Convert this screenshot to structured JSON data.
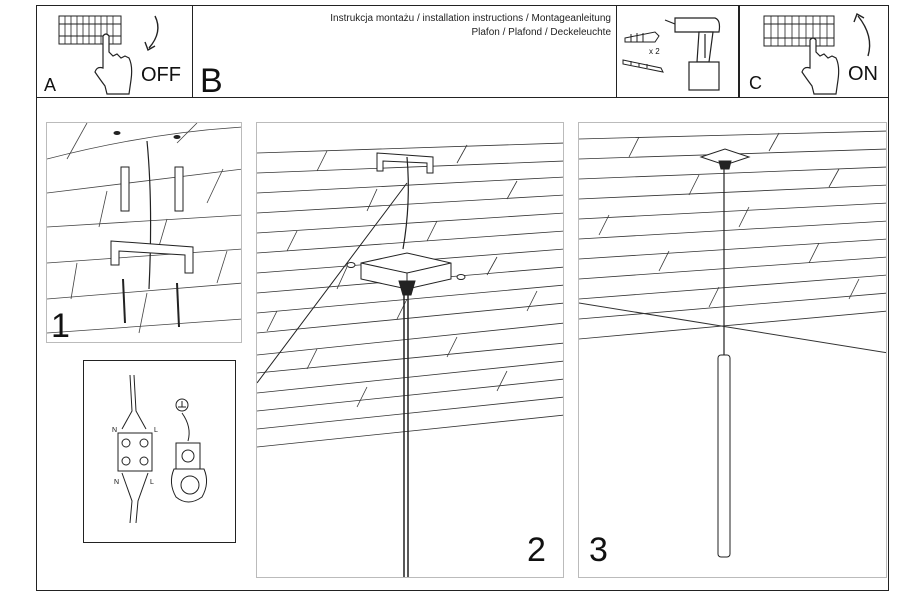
{
  "header": {
    "title_line1": "Instrukcja montażu / installation instructions / Montageanleitung",
    "title_line2": "Plafon / Plafond / Deckeleuchte"
  },
  "steps": {
    "a_label": "A",
    "a_action": "OFF",
    "b_label": "B",
    "c_label": "C",
    "c_action": "ON",
    "tools_count": "x 2",
    "step1": "1",
    "step2": "2",
    "step3": "3"
  },
  "wiring": {
    "neutral": "N",
    "live": "L"
  },
  "icons": [
    "fuse-box-icon",
    "hand-icon",
    "rotate-arrow-icon",
    "drill-icon",
    "wall-plug-icon",
    "screw-icon",
    "ground-symbol-icon",
    "terminal-block-icon"
  ]
}
